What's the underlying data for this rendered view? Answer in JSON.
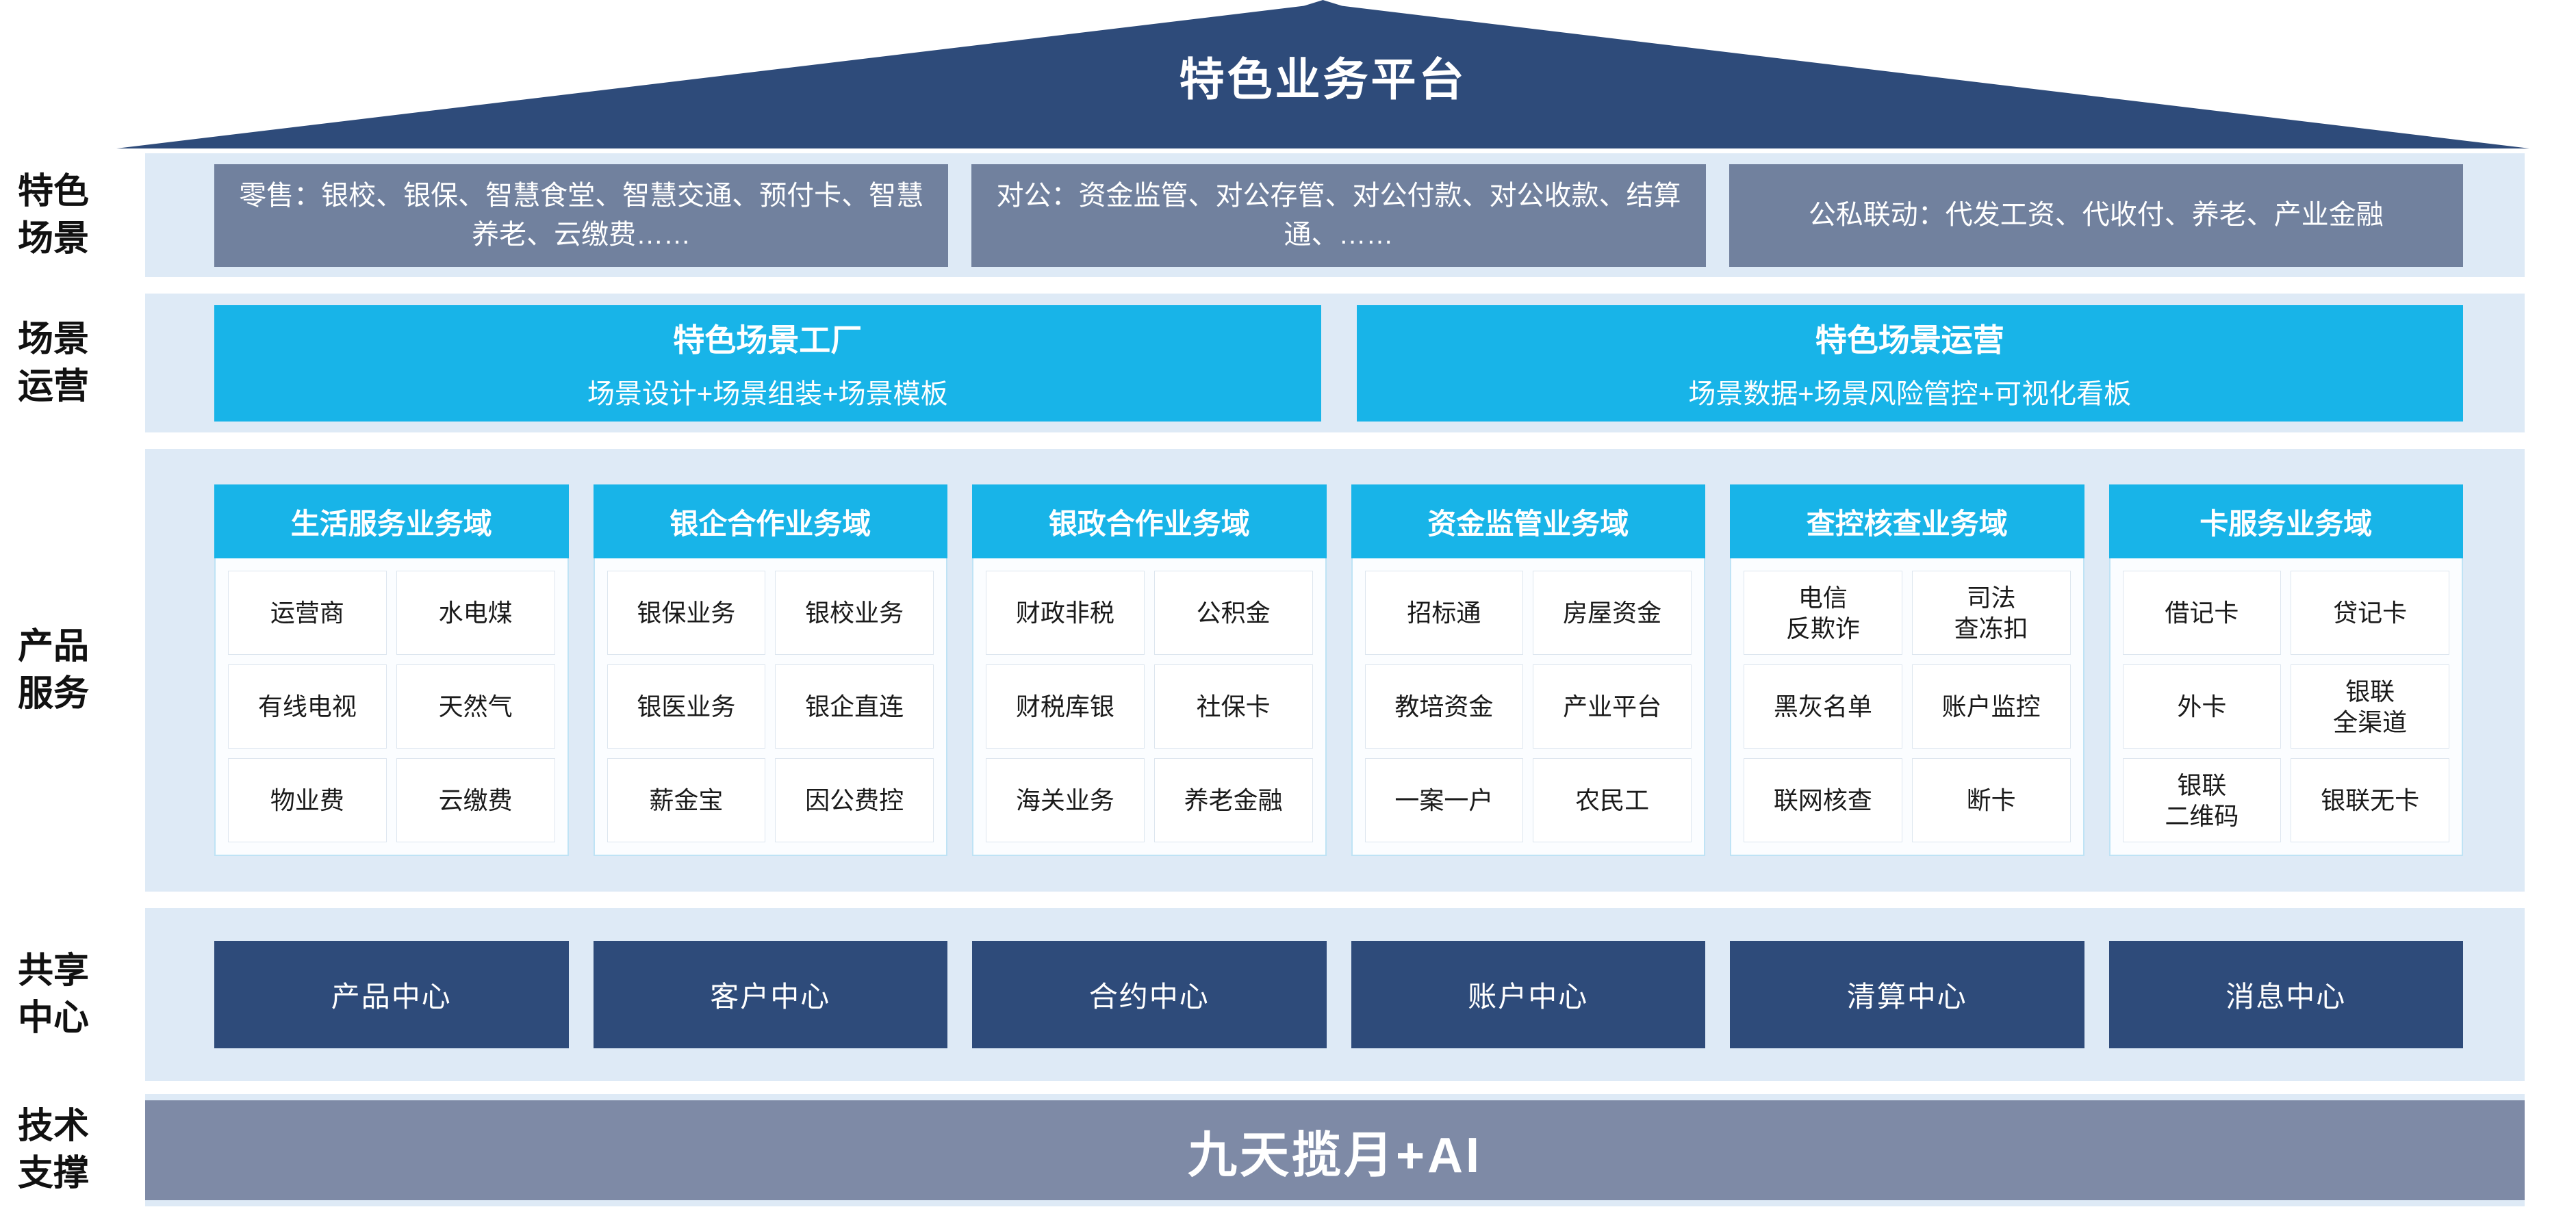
{
  "title": "特色业务平台",
  "colors": {
    "navy": "#2e4b7a",
    "cyan": "#18b4e8",
    "slate_gray": "#71819e",
    "tech_gray": "#7e8aa6",
    "band_light_blue": "#deeaf6",
    "cell_border": "#dde6ef"
  },
  "rows": {
    "scenes": {
      "label": "特色\n场景",
      "boxes": [
        "零售：银校、银保、智慧食堂、智慧交通、预付卡、智慧养老、云缴费……",
        "对公：资金监管、对公存管、对公付款、对公收款、结算通、……",
        "公私联动：代发工资、代收付、养老、产业金融"
      ]
    },
    "operations": {
      "label": "场景\n运营",
      "boxes": [
        {
          "title": "特色场景工厂",
          "subtitle": "场景设计+场景组装+场景模板"
        },
        {
          "title": "特色场景运营",
          "subtitle": "场景数据+场景风险管控+可视化看板"
        }
      ]
    },
    "products": {
      "label": "产品\n服务",
      "domains": [
        {
          "title": "生活服务业务域",
          "cells": [
            "运营商",
            "水电煤",
            "有线电视",
            "天然气",
            "物业费",
            "云缴费"
          ]
        },
        {
          "title": "银企合作业务域",
          "cells": [
            "银保业务",
            "银校业务",
            "银医业务",
            "银企直连",
            "薪金宝",
            "因公费控"
          ]
        },
        {
          "title": "银政合作业务域",
          "cells": [
            "财政非税",
            "公积金",
            "财税库银",
            "社保卡",
            "海关业务",
            "养老金融"
          ]
        },
        {
          "title": "资金监管业务域",
          "cells": [
            "招标通",
            "房屋资金",
            "教培资金",
            "产业平台",
            "一案一户",
            "农民工"
          ]
        },
        {
          "title": "查控核查业务域",
          "cells": [
            "电信\n反欺诈",
            "司法\n查冻扣",
            "黑灰名单",
            "账户监控",
            "联网核查",
            "断卡"
          ]
        },
        {
          "title": "卡服务业务域",
          "cells": [
            "借记卡",
            "贷记卡",
            "外卡",
            "银联\n全渠道",
            "银联\n二维码",
            "银联无卡"
          ]
        }
      ]
    },
    "centers": {
      "label": "共享\n中心",
      "boxes": [
        "产品中心",
        "客户中心",
        "合约中心",
        "账户中心",
        "清算中心",
        "消息中心"
      ]
    },
    "tech": {
      "label": "技术\n支撑",
      "bar": "九天揽月+AI"
    }
  }
}
